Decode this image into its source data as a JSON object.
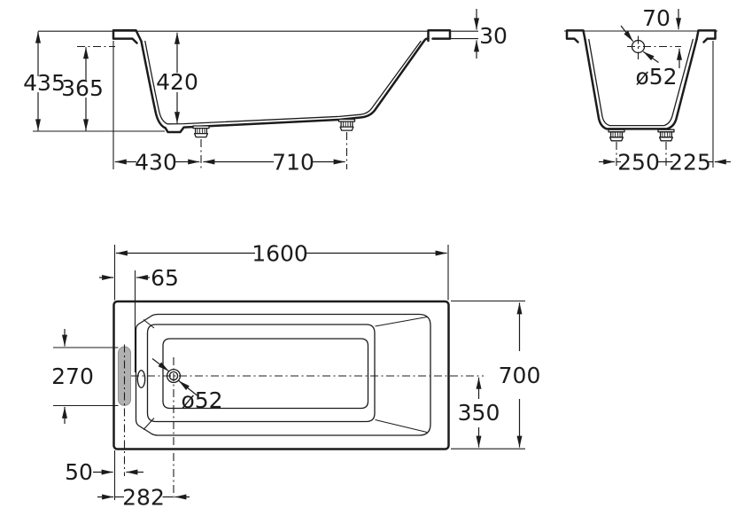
{
  "colors": {
    "line": "#1c1c1c",
    "grip_fill": "#b0b0b0",
    "background": "#ffffff"
  },
  "side_view": {
    "total_height": "435",
    "inner_height": "365",
    "depth": "420",
    "drain_offset": "430",
    "feet_spacing": "710",
    "rim_height": "30"
  },
  "end_view": {
    "overflow_from_rim": "70",
    "overflow_diameter": "ø52",
    "feet_spacing": "250",
    "foot_to_edge": "225"
  },
  "plan_view": {
    "length": "1600",
    "overflow_offset": "65",
    "grip_length": "270",
    "drain_diameter": "ø52",
    "width": "700",
    "half_width": "350",
    "grip_from_edge": "50",
    "drain_from_end": "282"
  }
}
